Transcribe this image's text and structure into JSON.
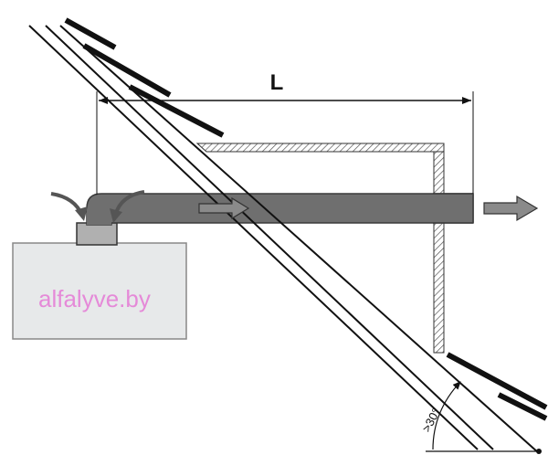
{
  "dimension": {
    "label": "L"
  },
  "angle": {
    "label": ">30°"
  },
  "watermark": {
    "text": "alfalyve.by"
  },
  "colors": {
    "pipe": "#6f6f6f",
    "pipe_stroke": "#3a3a3a",
    "appliance": "#e7e9ea",
    "roof_line": "#111111",
    "flashing": "#111111",
    "hatch": "#555555",
    "arrow_fill": "#8a8a8a",
    "watermark": "#e58ad8"
  },
  "icons": {
    "flow_inside": "arrow-right-icon",
    "flow_outlet": "arrow-right-icon",
    "air_intake": "curved-arrow-icon"
  }
}
